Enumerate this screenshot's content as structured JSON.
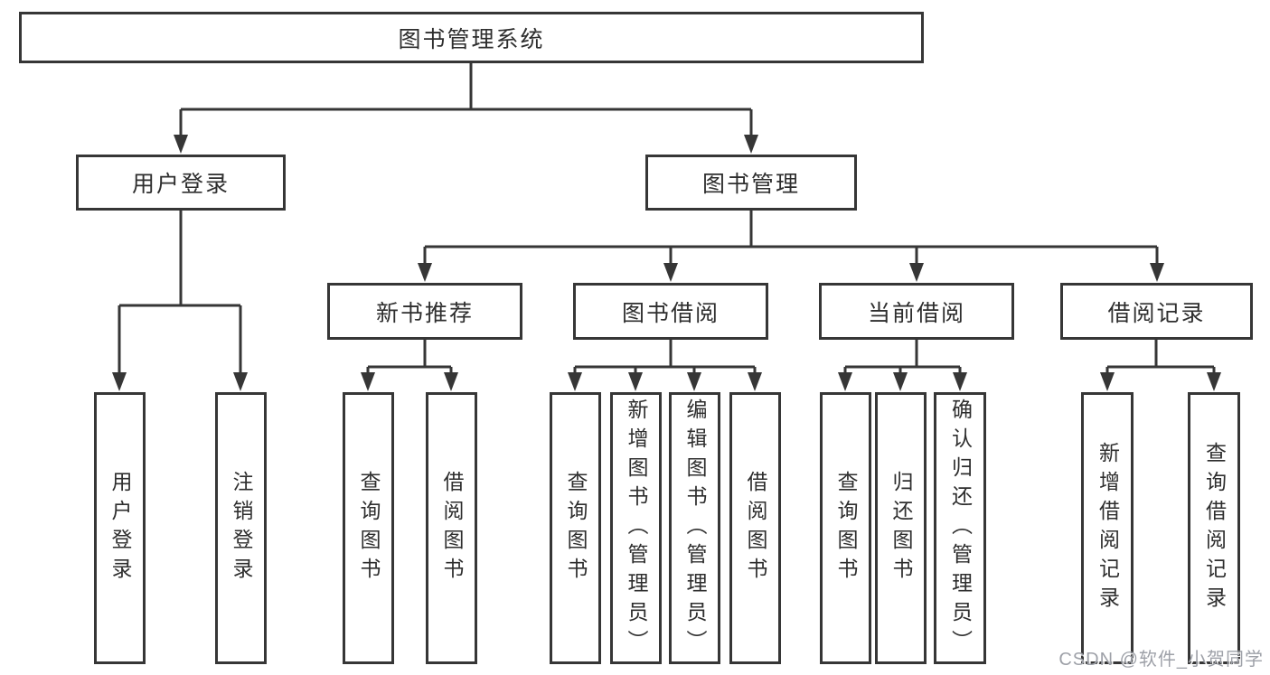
{
  "tree": {
    "label": "图书管理系统",
    "children": [
      {
        "label": "用户登录",
        "children": [
          {
            "label": "用户登录"
          },
          {
            "label": "注销登录"
          }
        ]
      },
      {
        "label": "图书管理",
        "children": [
          {
            "label": "新书推荐",
            "children": [
              {
                "label": "查询图书"
              },
              {
                "label": "借阅图书"
              }
            ]
          },
          {
            "label": "图书借阅",
            "children": [
              {
                "label": "查询图书"
              },
              {
                "label": "新增图书（管理员）"
              },
              {
                "label": "编辑图书（管理员）"
              },
              {
                "label": "借阅图书"
              }
            ]
          },
          {
            "label": "当前借阅",
            "children": [
              {
                "label": "查询图书"
              },
              {
                "label": "归还图书"
              },
              {
                "label": "确认归还（管理员）"
              }
            ]
          },
          {
            "label": "借阅记录",
            "children": [
              {
                "label": "新增借阅记录"
              },
              {
                "label": "查询借阅记录"
              }
            ]
          }
        ]
      }
    ]
  },
  "watermark": {
    "text": "CSDN @软件_小贺同学"
  },
  "colors": {
    "line": "#363636",
    "box_border": "#363636",
    "text": "#2e2e2e",
    "background": "#ffffff",
    "watermark": "#9ea1a8"
  }
}
